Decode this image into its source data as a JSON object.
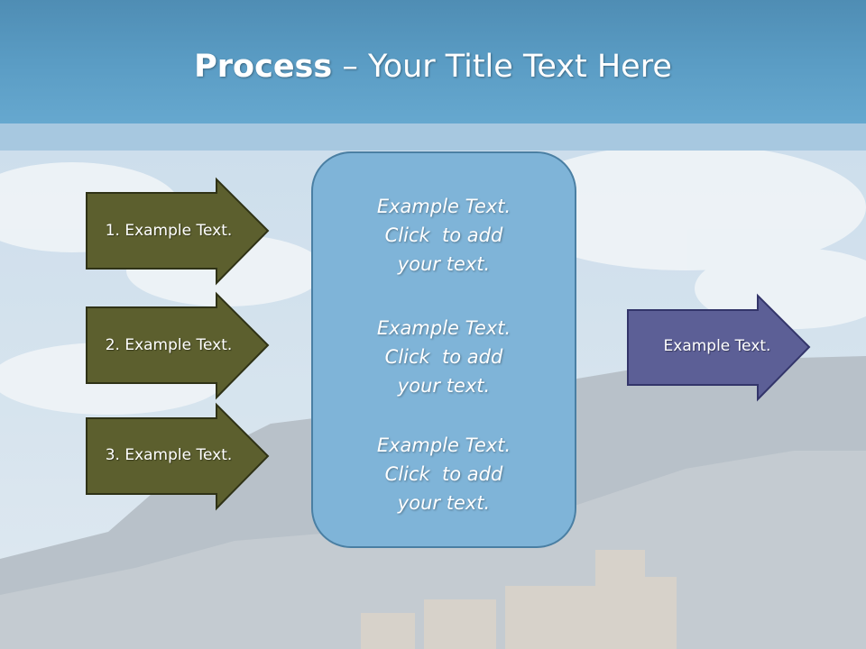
{
  "title": {
    "bold": "Process",
    "rest": " – Your Title Text Here"
  },
  "left_arrows": [
    {
      "label": "1. Example Text."
    },
    {
      "label": "2. Example Text."
    },
    {
      "label": "3. Example Text."
    }
  ],
  "center_blocks": [
    {
      "lines": [
        "Example Text.",
        "Click  to add",
        "your text."
      ]
    },
    {
      "lines": [
        "Example Text.",
        "Click  to add",
        "your text."
      ]
    },
    {
      "lines": [
        "Example Text.",
        "Click  to add",
        "your text."
      ]
    }
  ],
  "right_arrow": {
    "label": "Example Text."
  },
  "colors": {
    "left_arrow_fill": "#5c5f2e",
    "left_arrow_stroke": "#2f3216",
    "right_arrow_fill": "#5c5f96",
    "right_arrow_stroke": "#33356a",
    "center_fill": "#7fb4d8",
    "header": "#5a9cc4"
  }
}
